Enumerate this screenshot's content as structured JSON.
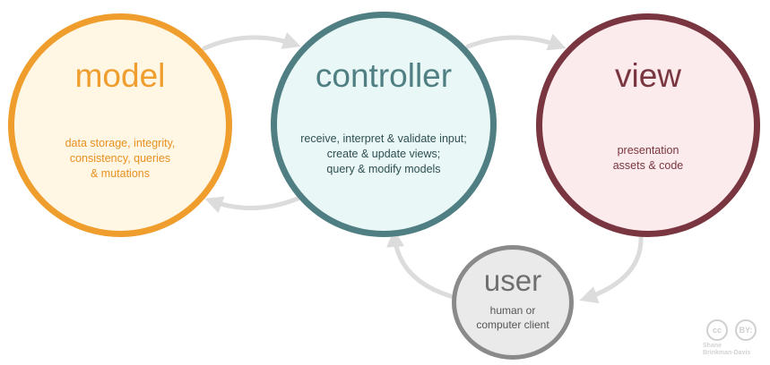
{
  "nodes": {
    "model": {
      "title": "model",
      "description": [
        "data storage, integrity,",
        "consistency, queries",
        "& mutations"
      ],
      "color": "#ef9d2c"
    },
    "controller": {
      "title": "controller",
      "description": [
        "receive, interpret & validate input;",
        "create & update views;",
        "query & modify models"
      ],
      "color": "#4f7f82"
    },
    "view": {
      "title": "view",
      "description": [
        "presentation",
        "assets & code"
      ],
      "color": "#7a3640"
    },
    "user": {
      "title": "user",
      "description": [
        "human or",
        "computer client"
      ],
      "color": "#8a8a8a"
    }
  },
  "edges": [
    {
      "from": "model",
      "to": "controller"
    },
    {
      "from": "controller",
      "to": "model"
    },
    {
      "from": "controller",
      "to": "view"
    },
    {
      "from": "view",
      "to": "user"
    },
    {
      "from": "user",
      "to": "controller"
    }
  ],
  "license": {
    "badges": [
      "cc",
      "BY:"
    ],
    "author_lines": [
      "Shane",
      "Brinkman-Davis"
    ]
  }
}
